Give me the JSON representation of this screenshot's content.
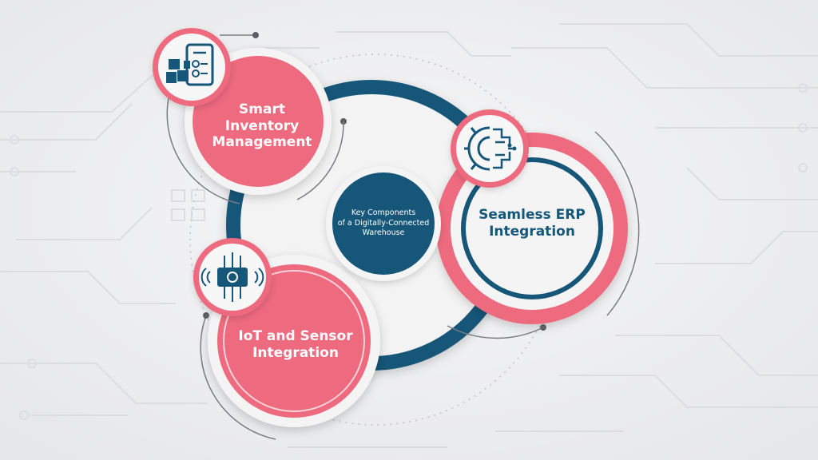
{
  "center": {
    "lines": [
      "Key Components",
      "of a Digitally-Connected",
      "Warehouse"
    ]
  },
  "components": {
    "inventory": {
      "lines": [
        "Smart",
        "Inventory",
        "Management"
      ],
      "icon": "tablet-checklist-boxes-icon"
    },
    "erp": {
      "lines": [
        "Seamless ERP",
        "Integration"
      ],
      "icon": "gear-circuit-icon"
    },
    "iot": {
      "lines": [
        "IoT and Sensor",
        "Integration"
      ],
      "icon": "chip-wireless-icon"
    }
  },
  "colors": {
    "navy": "#165679",
    "coral": "#EE6A7E",
    "background": "#EEEFF0",
    "circuit": "#DDDEE0",
    "white": "#FFFFFF"
  }
}
